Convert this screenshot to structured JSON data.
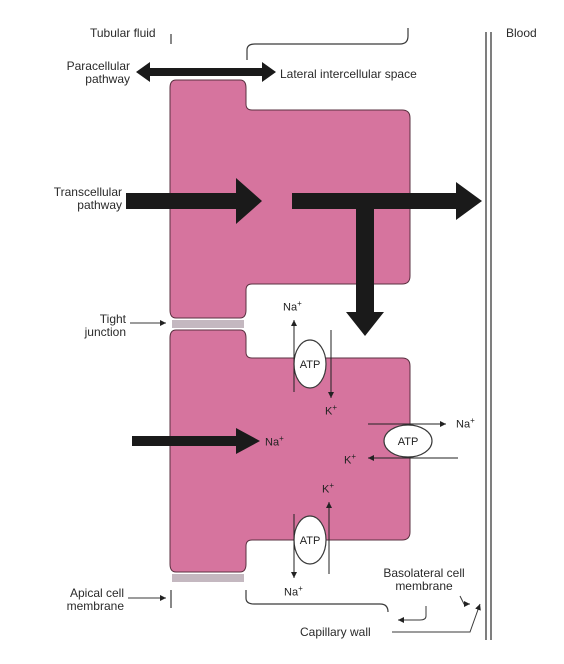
{
  "labels": {
    "tubular_fluid": "Tubular fluid",
    "blood": "Blood",
    "paracellular": "Paracellular\npathway",
    "lateral_space": "Lateral intercellular space",
    "transcellular": "Transcellular\npathway",
    "tight_junction": "Tight\njunction",
    "apical": "Apical cell\nmembrane",
    "basolateral": "Basolateral cell\nmembrane",
    "capillary": "Capillary wall"
  },
  "ions": {
    "na": "Na",
    "k": "K",
    "charge": "+"
  },
  "pumps": {
    "atp": "ATP"
  },
  "colors": {
    "cell_fill": "#d6749e",
    "cell_stroke": "#5a3040",
    "arrow": "#1a1a1a",
    "line": "#3a3a3a"
  }
}
